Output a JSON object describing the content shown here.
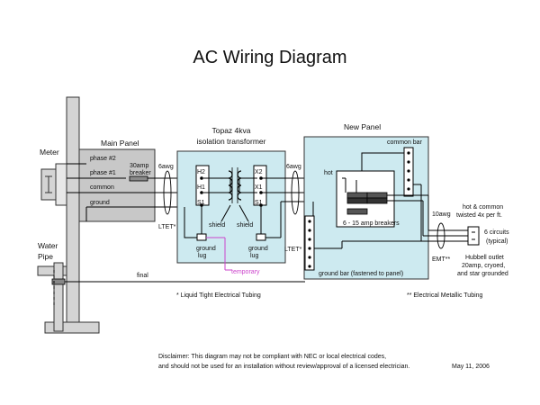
{
  "title": "AC Wiring Diagram",
  "labels": {
    "meter": "Meter",
    "main_panel": "Main Panel",
    "transformer_l1": "Topaz 4kva",
    "transformer_l2": "isolation transformer",
    "new_panel": "New Panel",
    "common_bar": "common bar",
    "phase2": "phase #2",
    "phase1": "phase #1",
    "common": "common",
    "ground": "ground",
    "breaker_l1": "30amp",
    "breaker_l2": "breaker",
    "awg6_left": "6awg",
    "awg6_right": "6awg",
    "ltet_left": "LTET*",
    "ltet_right": "LTET*",
    "h2": "H2",
    "h1": "H1",
    "s1_left": "S1",
    "x2": "X2",
    "x1": "X1",
    "s1_right": "S1",
    "shield_left": "shield",
    "shield_right": "shield",
    "ground_lug_left_l1": "ground",
    "ground_lug_left_l2": "lug",
    "ground_lug_right_l1": "ground",
    "ground_lug_right_l2": "lug",
    "temporary": "temporary",
    "hot": "hot",
    "breakers": "6 - 15 amp breakers",
    "ground_bar": "ground bar (fastened to panel)",
    "water_l1": "Water",
    "water_l2": "Pipe",
    "final": "final",
    "awg10": "10awg",
    "emt": "EMT**",
    "twisted_l1": "hot & common",
    "twisted_l2": "twisted 4x per ft.",
    "circuits_l1": "6 circuits",
    "circuits_l2": "(typical)",
    "hubbell_l1": "Hubbell outlet",
    "hubbell_l2": "20amp, cryoed,",
    "hubbell_l3": "and star grounded",
    "ltet_note": "* Liquid Tight Electrical Tubing",
    "emt_note": "** Electrical Metallic Tubing",
    "disclaimer_l1": "Disclaimer:  This diagram may not be compliant with NEC or local electrical codes,",
    "disclaimer_l2": "and should not be used for an installation without review/approval of a licensed electrician.",
    "date": "May 11, 2006"
  },
  "colors": {
    "panel_gray": "#c8c8c8",
    "panel_cyan": "#cdeaf0",
    "pole_gray": "#d4d4d4",
    "temporary_pink": "#cc44cc"
  }
}
